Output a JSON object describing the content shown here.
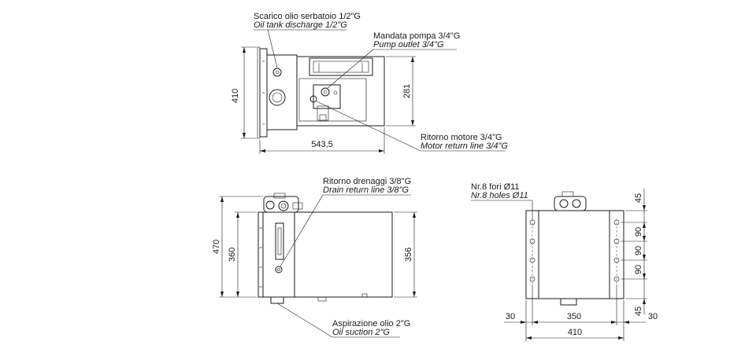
{
  "labels": {
    "oil_tank_discharge_it": "Scarico olio serbatoio 1/2\"G",
    "oil_tank_discharge_en": "Oil tank discharge 1/2\"G",
    "pump_outlet_it": "Mandata pompa 3/4\"G",
    "pump_outlet_en": "Pump outlet 3/4\"G",
    "motor_return_it": "Ritorno motore 3/4\"G",
    "motor_return_en": "Motor return line 3/4\"G",
    "drain_return_it": "Ritorno drenaggi 3/8\"G",
    "drain_return_en": "Drain return line 3/8\"G",
    "oil_suction_it": "Aspirazione olio 2\"G",
    "oil_suction_en": "Oil suction 2\"G",
    "holes_it": "Nr.8 fori Ø11",
    "holes_en": "Nr.8 holes Ø11"
  },
  "dimensions": {
    "top_height": "410",
    "top_height_inner": "281",
    "top_width": "543,5",
    "front_height": "470",
    "front_height_inner": "360",
    "front_height_right": "356",
    "side_top": "45",
    "side_90_a": "90",
    "side_90_b": "90",
    "side_90_c": "90",
    "side_bottom": "45",
    "side_left_offset": "30",
    "side_inner_width": "350",
    "side_right_offset": "30",
    "side_total_width": "410"
  }
}
